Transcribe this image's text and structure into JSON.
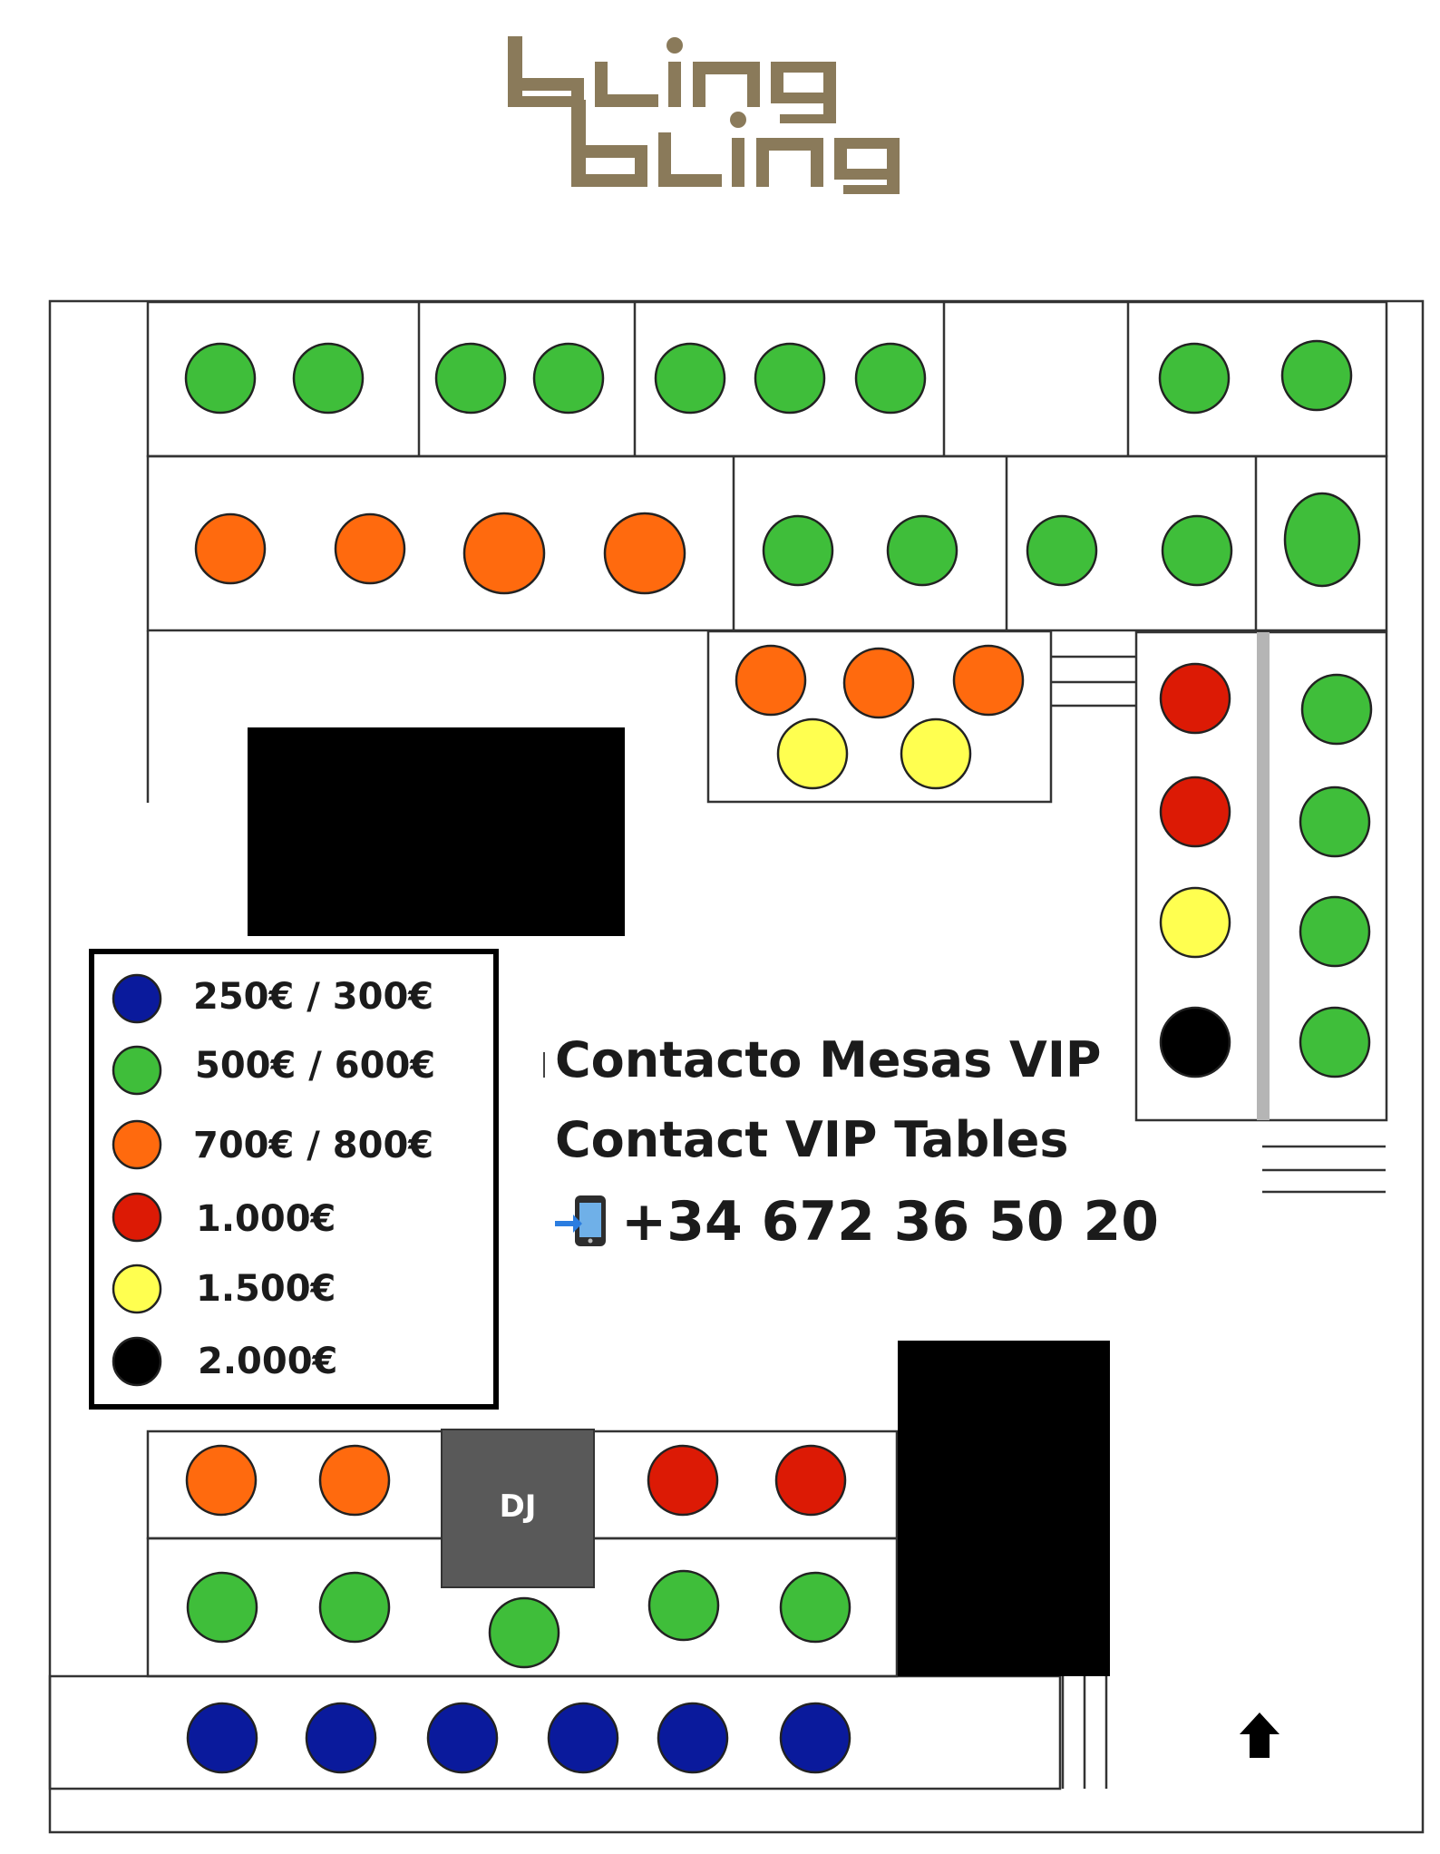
{
  "brand": {
    "line1": "bling",
    "line2": "bling",
    "color": "#8a7a5a"
  },
  "legend": [
    {
      "label": "250€ / 300€",
      "color": "#0a1a9c"
    },
    {
      "label": "500€ / 600€",
      "color": "#3fbe3a"
    },
    {
      "label": "700€ / 800€",
      "color": "#ff6a0e"
    },
    {
      "label": "1.000€",
      "color": "#dc1a05"
    },
    {
      "label": "1.500€",
      "color": "#ffff50"
    },
    {
      "label": "2.000€",
      "color": "#000000"
    }
  ],
  "contact": {
    "line1": "Contacto Mesas VIP",
    "line2": "Contact VIP Tables",
    "phone": "+34 672 36 50 20",
    "phone_icon": "mobile-phone-incoming-icon"
  },
  "dj_label": "DJ",
  "colors": {
    "blue": "#0a1a9c",
    "green": "#3fbe3a",
    "orange": "#ff6a0e",
    "red": "#dc1a05",
    "yellow": "#ffff50",
    "black": "#000000",
    "dj_booth": "#595959",
    "line": "#333333",
    "divider": "#b5b5b5"
  },
  "icons": {
    "entrance": "arrow-up-icon"
  }
}
